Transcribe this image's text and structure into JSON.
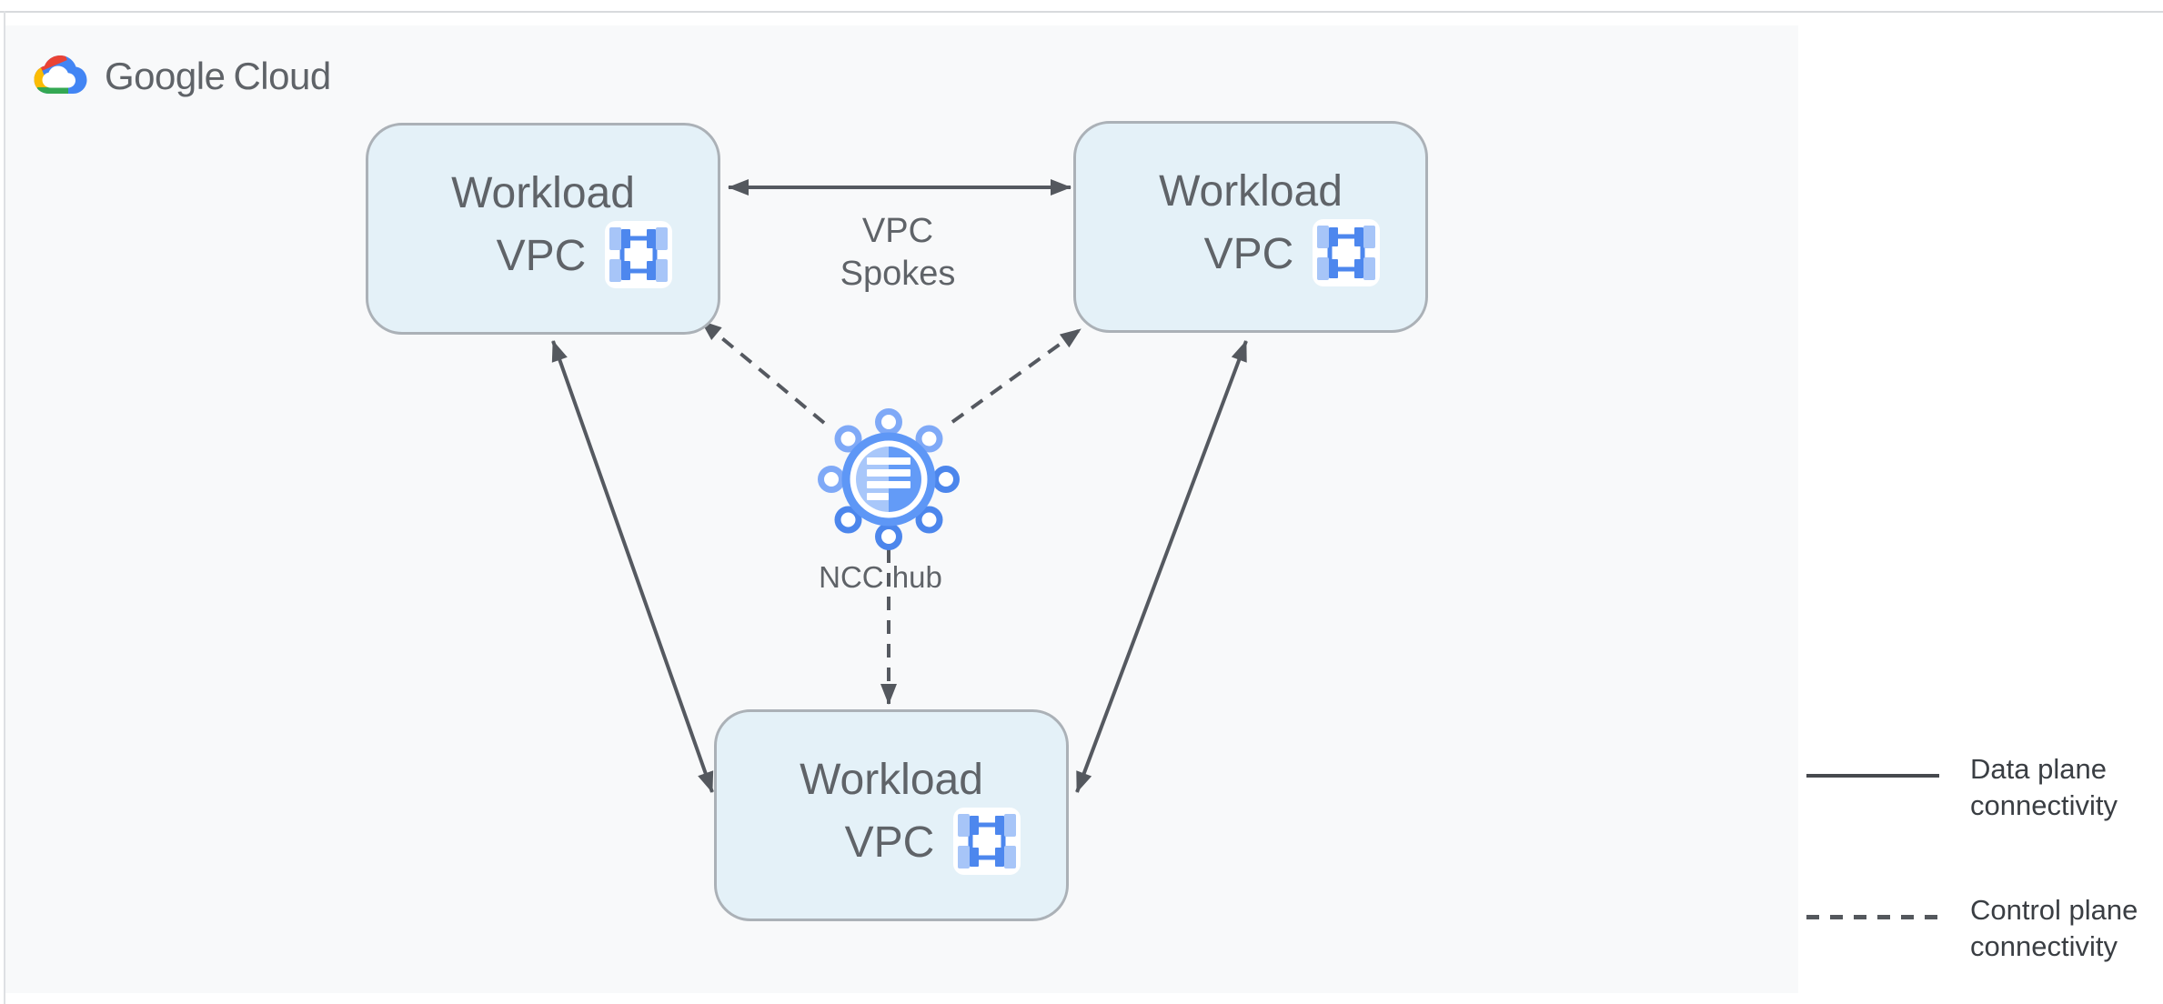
{
  "brand": {
    "logo_part1": "Google",
    "logo_part2": "Cloud"
  },
  "diagram": {
    "nodes": [
      {
        "id": "workload-vpc-top-left",
        "label_line1": "Workload",
        "label_line2": "VPC"
      },
      {
        "id": "workload-vpc-top-right",
        "label_line1": "Workload",
        "label_line2": "VPC"
      },
      {
        "id": "workload-vpc-bottom",
        "label_line1": "Workload",
        "label_line2": "VPC"
      }
    ],
    "hub": {
      "id": "ncc-hub",
      "label": "NCC hub"
    },
    "spokes_label": {
      "line1": "VPC",
      "line2": "Spokes"
    },
    "icons": {
      "vpc": "vpc-network-icon",
      "hub": "ncc-hub-icon",
      "logo": "google-cloud-logo"
    }
  },
  "legend": {
    "items": [
      {
        "style": "solid",
        "label_line1": "Data plane",
        "label_line2": "connectivity"
      },
      {
        "style": "dashed",
        "label_line1": "Control plane",
        "label_line2": "connectivity"
      }
    ]
  },
  "colors": {
    "canvas_bg": "#F8F9FA",
    "box_fill": "#E4F1F8",
    "box_border": "#ABB1B7",
    "text_gray": "#5F6368",
    "arrow_gray": "#555960",
    "legend_text": "#3A3E43",
    "blue_primary": "#4D87EE",
    "blue_medium": "#5E97F6",
    "blue_light": "#A8C7FA",
    "logo_blue": "#4285F4",
    "logo_red": "#EA4335",
    "logo_yellow": "#FBBC04",
    "logo_green": "#34A853"
  }
}
